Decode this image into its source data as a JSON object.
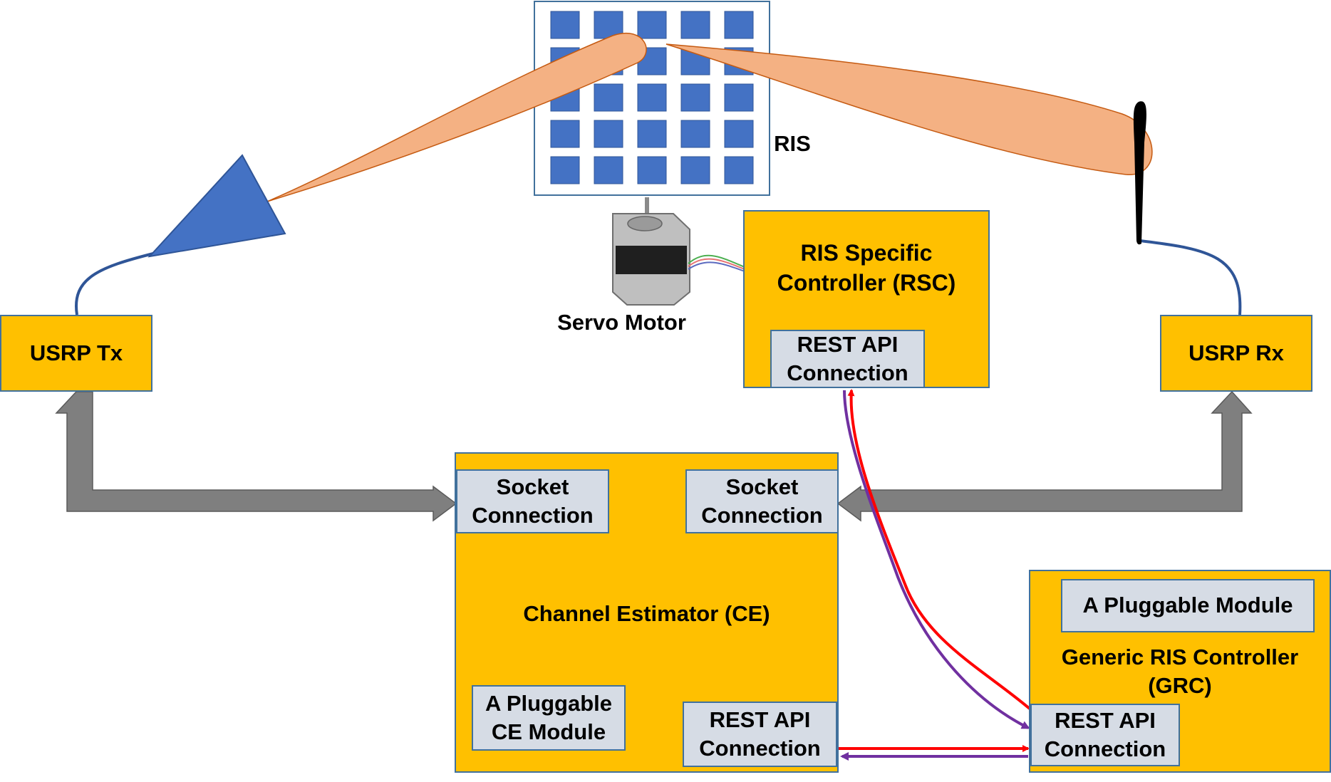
{
  "colors": {
    "box_fill": "#FFC000",
    "box_border": "#41719C",
    "sub_box_fill": "#D6DCE5",
    "ris_tile": "#4472C4",
    "beam_fill": "#F4B183",
    "beam_edge": "#C55A11",
    "antenna_blue": "#4472C4",
    "gray_arrow": "#7F7F7F",
    "link_red": "#FF0000",
    "link_purple": "#7030A0"
  },
  "ris": {
    "label": "RIS",
    "rows": 5,
    "cols": 5
  },
  "servo": {
    "label": "Servo Motor"
  },
  "usrp_tx": {
    "label": "USRP Tx"
  },
  "usrp_rx": {
    "label": "USRP Rx"
  },
  "rsc": {
    "title": "RIS Specific\nController (RSC)",
    "rest": "REST API\nConnection"
  },
  "ce": {
    "title": "Channel Estimator (CE)",
    "socket_left": "Socket\nConnection",
    "socket_right": "Socket\nConnection",
    "module": "A Pluggable\nCE Module",
    "rest": "REST API\nConnection"
  },
  "grc": {
    "title": "Generic RIS Controller\n(GRC)",
    "module": "A Pluggable Module",
    "rest": "REST API\nConnection"
  }
}
